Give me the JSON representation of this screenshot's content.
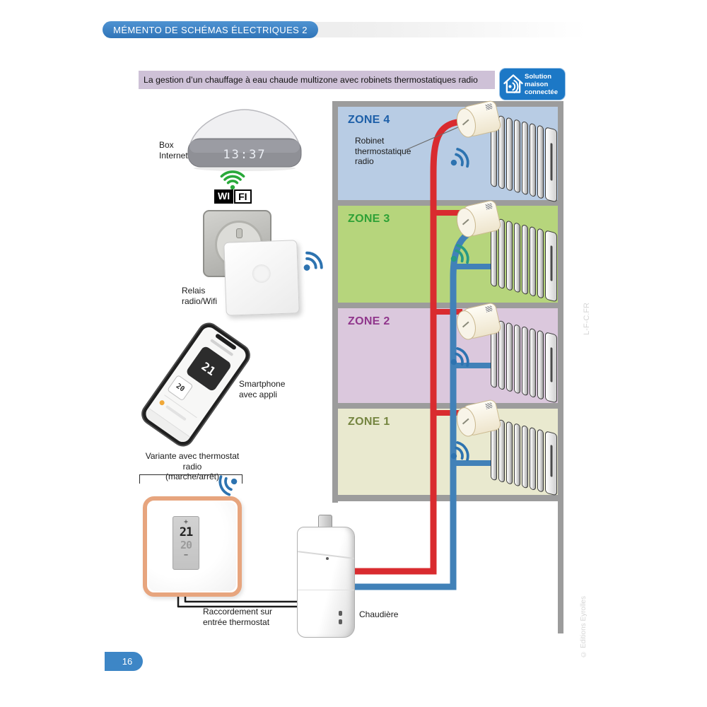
{
  "header": {
    "title": "MÉMENTO  DE SCHÉMAS ÉLECTRIQUES 2"
  },
  "banner": {
    "title": "La gestion d’un chauffage à eau chaude multizone avec robinets thermostatiques radio",
    "badge": {
      "lines": [
        "Solution",
        "maison",
        "connectée"
      ]
    }
  },
  "left_column": {
    "box_internet": {
      "label_lines": [
        "Box",
        "Internet"
      ],
      "clock": "13:37"
    },
    "wifi_logo": {
      "wi": "WI",
      "fi": "FI"
    },
    "relay": {
      "label_lines": [
        "Relais",
        "radio/Wifi"
      ]
    },
    "smartphone": {
      "label_lines": [
        "Smartphone",
        "avec appli"
      ],
      "app_temp": "21",
      "app_setpoint": "20"
    },
    "variant": {
      "label_lines": [
        "Variante avec thermostat radio",
        "(marche/arrêt)"
      ]
    },
    "thermostat": {
      "plus": "+",
      "temp": "21",
      "setpoint": "20",
      "minus": "−"
    }
  },
  "diagram": {
    "zones": [
      {
        "label": "ZONE 4",
        "bg": "#b8cce4",
        "label_color": "#1d5fa8"
      },
      {
        "label": "ZONE 3",
        "bg": "#b6d57c",
        "label_color": "#2fa136"
      },
      {
        "label": "ZONE 2",
        "bg": "#dbc8dd",
        "label_color": "#90368c"
      },
      {
        "label": "ZONE 1",
        "bg": "#e9e9cf",
        "label_color": "#758540"
      }
    ],
    "valve_label_lines": [
      "Robinet",
      "thermostatique",
      "radio"
    ],
    "boiler_label": "Chaudière",
    "connection_label_lines": [
      "Raccordement sur",
      "entrée thermostat"
    ],
    "pipe_colors": {
      "hot": "#d92b2f",
      "return": "#4181b8"
    }
  },
  "footer": {
    "page_number": "16",
    "side_watermark": "L-F-C.FR",
    "copyright": "© Editions Eyrolles"
  }
}
